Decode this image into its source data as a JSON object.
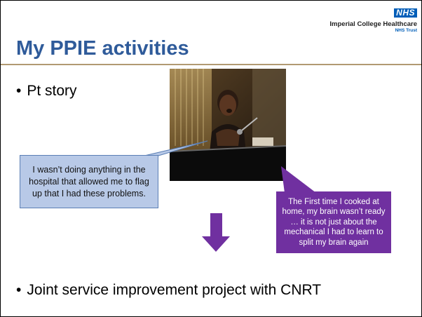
{
  "logo": {
    "badge": "NHS",
    "organisation": "Imperial College Healthcare",
    "trust": "NHS Trust"
  },
  "title": "My PPIE activities",
  "bullets": [
    "Pt story",
    "Joint service improvement project with CNRT"
  ],
  "bullet_glyph": "•",
  "callouts": {
    "blue": "I wasn’t doing anything in the hospital that allowed me to flag up that I had these problems.",
    "purple": "The First time I cooked at home, my brain wasn’t ready … it is not just about the mechanical I had to learn to split my brain again"
  },
  "colors": {
    "title": "#2f5b9a",
    "nhs_blue": "#005eb8",
    "callout_blue_fill": "#b8c9e7",
    "callout_purple_fill": "#7030a0",
    "arrow": "#7030a0",
    "rule": "#b19a72"
  }
}
